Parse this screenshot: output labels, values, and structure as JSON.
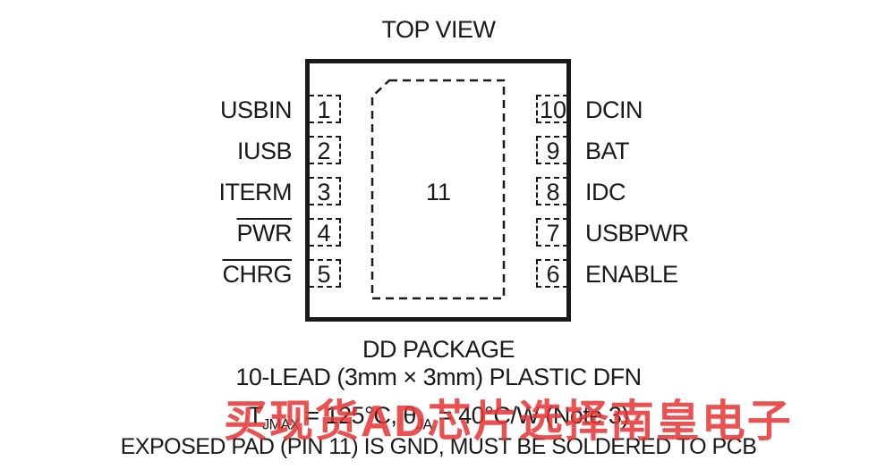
{
  "title": "TOP VIEW",
  "left_pins": [
    {
      "num": "1",
      "name": "USBIN",
      "overline": false
    },
    {
      "num": "2",
      "name": "IUSB",
      "overline": false
    },
    {
      "num": "3",
      "name": "ITERM",
      "overline": false
    },
    {
      "num": "4",
      "name": "PWR",
      "overline": true
    },
    {
      "num": "5",
      "name": "CHRG",
      "overline": true
    }
  ],
  "right_pins": [
    {
      "num": "10",
      "name": "DCIN"
    },
    {
      "num": "9",
      "name": "BAT"
    },
    {
      "num": "8",
      "name": "IDC"
    },
    {
      "num": "7",
      "name": "USBPWR"
    },
    {
      "num": "6",
      "name": "ENABLE"
    }
  ],
  "exposed_pad_number": "11",
  "caption": {
    "package": "DD PACKAGE",
    "lead": "10-LEAD (3mm × 3mm) PLASTIC DFN",
    "thermal_t": "T",
    "thermal_t_sub": "JMAX",
    "thermal_mid": " = 125°C, θ",
    "thermal_theta_sub": "JA",
    "thermal_end": " = 40°C/W (Note 3)",
    "exposed_pad": "EXPOSED PAD (PIN 11) IS GND, MUST BE SOLDERED TO PCB"
  },
  "watermark": "买现货AD芯片选择南皇电子"
}
